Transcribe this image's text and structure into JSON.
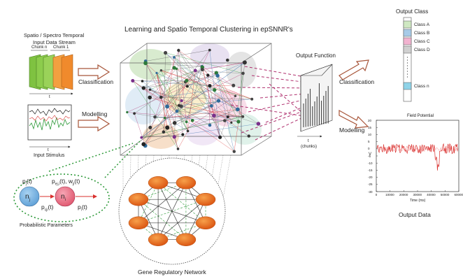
{
  "title": "Learning and Spatio Temporal Clustering in epSNNR's",
  "input": {
    "label_line1": "Spatio / Spectro Temporal",
    "label_line2": "Input Data Stream",
    "chunk_n": "Chunk n",
    "chunk_1": "Chunk 1",
    "time_axis": "t",
    "stimulus_label": "Input Stimulus",
    "stimulus_axis": "t"
  },
  "arrows": {
    "classification_left": "Classification",
    "modelling_left": "Modelling",
    "classification_right": "Classification",
    "modelling_right": "Modelling"
  },
  "output_function": {
    "label": "Output Function",
    "axis_t": "t",
    "axis_chunks": "(chunks)"
  },
  "output_class": {
    "title": "Output Class",
    "classes": [
      {
        "label": "Class A",
        "color": "#cfe8c2"
      },
      {
        "label": "Class B",
        "color": "#a7cbe8"
      },
      {
        "label": "Class C",
        "color": "#f2b3d0"
      },
      {
        "label": "Class D",
        "color": "#d0d0d0"
      },
      {
        "label": "Class n",
        "color": "#8fd3e8"
      }
    ],
    "ellipsis": ":"
  },
  "field_potential": {
    "title": "Field Potential",
    "ylabel": "V",
    "xlabel": "Time (ms)",
    "yticks": [
      "20",
      "15",
      "10",
      "5",
      "0",
      "-5",
      "-10",
      "-15",
      "-20",
      "-25",
      "-30"
    ],
    "xticks": [
      "0",
      "10000",
      "20000",
      "30000",
      "40000",
      "50000",
      "60000"
    ],
    "caption": "Output Data"
  },
  "probabilistic": {
    "node_j": "n",
    "node_j_sub": "j",
    "node_i": "n",
    "node_i_sub": "i",
    "pj": "p",
    "pj_sub": "j",
    "pj_t": "(t)",
    "pij": "p",
    "pij_sub": "ej,i",
    "pij_t": "(t), w",
    "wji_sub": "ji",
    "wji_t": "(t)",
    "pcji": "p",
    "pcji_sub": "cji",
    "pcji_t": "(t)",
    "pi": "p",
    "pi_sub": "i",
    "pi_t": "(t)",
    "caption": "Probabilistic Parameters"
  },
  "grn": {
    "caption": "Gene Regulatory Network"
  },
  "colors": {
    "arrow_brown": "#a8563a",
    "chunk_green": "#7fc241",
    "chunk_orange": "#f08a2c",
    "dashed_magenta": "#b0306e",
    "dashed_green": "#2f9a3a",
    "gene_orange": "#e2641c",
    "signal_red": "#d9302e"
  }
}
